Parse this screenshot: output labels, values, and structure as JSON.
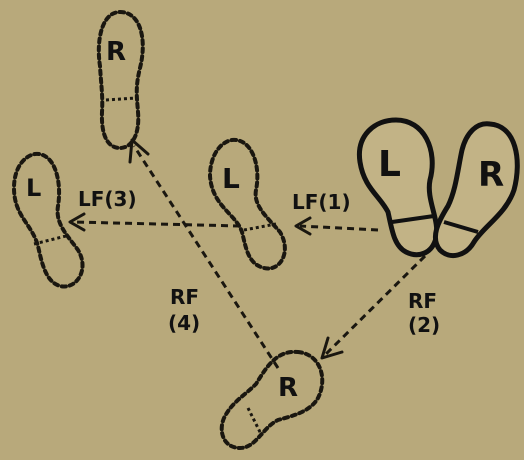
{
  "footprints": {
    "rf_top": "R",
    "lf_left": "L",
    "lf_mid": "L",
    "lf_start": "L",
    "rf_start": "R",
    "rf_bottom": "R"
  },
  "steps": {
    "lf1": "LF(1)",
    "lf3": "LF(3)",
    "rf2_name": "RF",
    "rf2_num": "(2)",
    "rf4_name": "RF",
    "rf4_num": "(4)"
  },
  "colors": {
    "paper": "#b8a97b",
    "ink": "#111111"
  }
}
